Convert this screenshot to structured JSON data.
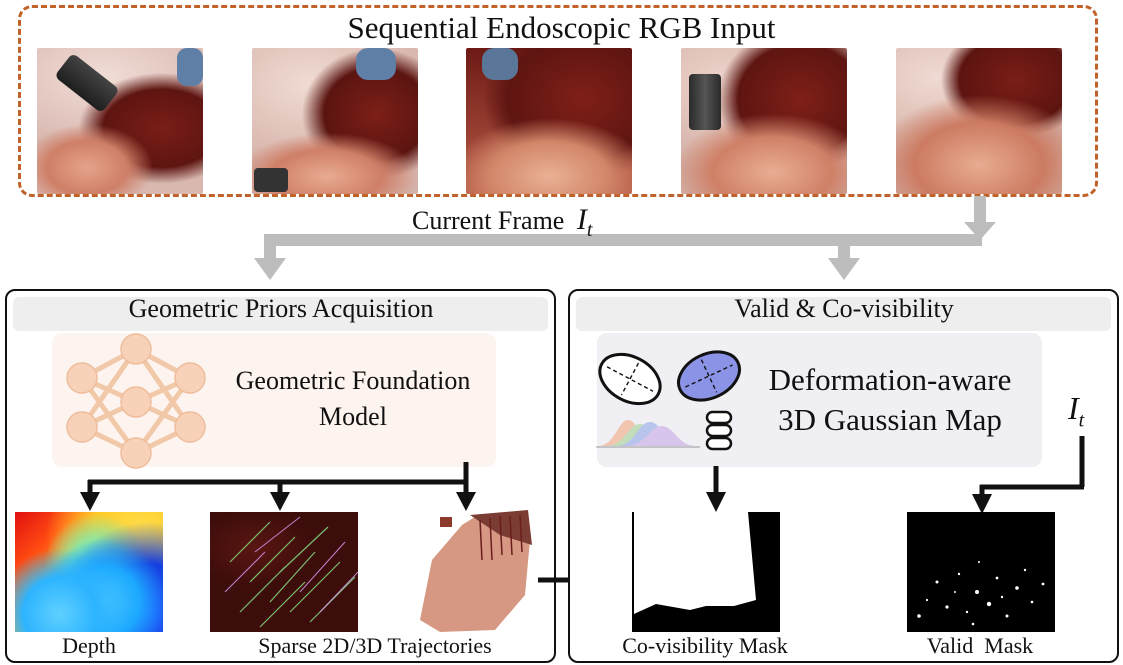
{
  "input": {
    "title": "Sequential Endoscopic RGB Input",
    "frames": [
      "frame-1",
      "frame-2",
      "frame-3",
      "frame-4",
      "frame-5"
    ]
  },
  "current_frame": {
    "label": "Current Frame",
    "symbol": "I",
    "subscript": "t"
  },
  "left_panel": {
    "title": "Geometric Priors Acquisition",
    "model_line1": "Geometric Foundation",
    "model_line2": "Model",
    "outputs": {
      "depth": "Depth",
      "trajectories": "Sparse 2D/3D Trajectories"
    }
  },
  "right_panel": {
    "title": "Valid & Co-visibility",
    "map_line1": "Deformation-aware",
    "map_line2": "3D Gaussian Map",
    "input_symbol": "I",
    "input_subscript": "t",
    "outputs": {
      "covis": "Co-visibility Mask",
      "valid": "Valid  Mask"
    }
  },
  "colors": {
    "dashed_border": "#c0622a",
    "arrow_gray": "#bdbdbd",
    "panel_border": "#111111",
    "header_fill": "#eeeeee",
    "nn_node": "#f6cfb4",
    "nn_edge": "#f0c5a4",
    "gaussian_blue": "#8b93e6"
  }
}
